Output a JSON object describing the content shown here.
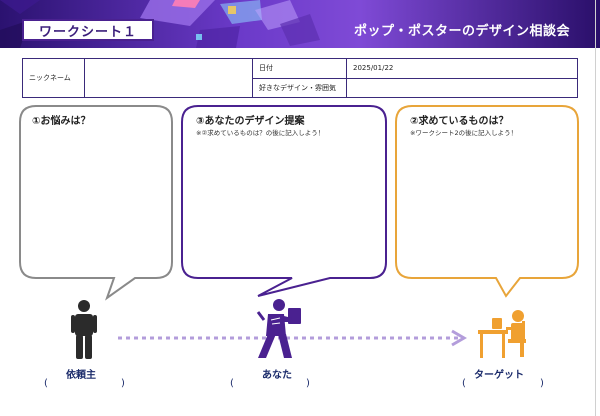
{
  "header": {
    "worksheet_label": "ワークシート１",
    "title": "ポップ・ポスターのデザイン相談会"
  },
  "info_table": {
    "nickname_label": "ニックネーム",
    "nickname_value": "",
    "date_label": "日付",
    "date_value": "2025/01/22",
    "preference_label": "好きなデザイン・雰囲気",
    "preference_value": ""
  },
  "bubbles": [
    {
      "title": "①お悩みは？",
      "note": "",
      "color": "#8a8a8a"
    },
    {
      "title": "③あなたのデザイン提案",
      "note": "※②求めているものは？の後に記入しよう！",
      "color": "#4a2190"
    },
    {
      "title": "②求めているものは？",
      "note": "※ワークシート2の後に記入しよう！",
      "color": "#e8a53a"
    }
  ],
  "people": [
    {
      "label": "依頼主",
      "icon": "person-standing-icon",
      "color": "#2b2b2b"
    },
    {
      "label": "あなた",
      "icon": "person-carrying-box-icon",
      "color": "#4a2190"
    },
    {
      "label": "ターゲット",
      "icon": "person-seated-desk-icon",
      "color": "#f0a030"
    }
  ],
  "arrow_color": "#b39ddb",
  "paren_open": "(",
  "paren_close": ")"
}
